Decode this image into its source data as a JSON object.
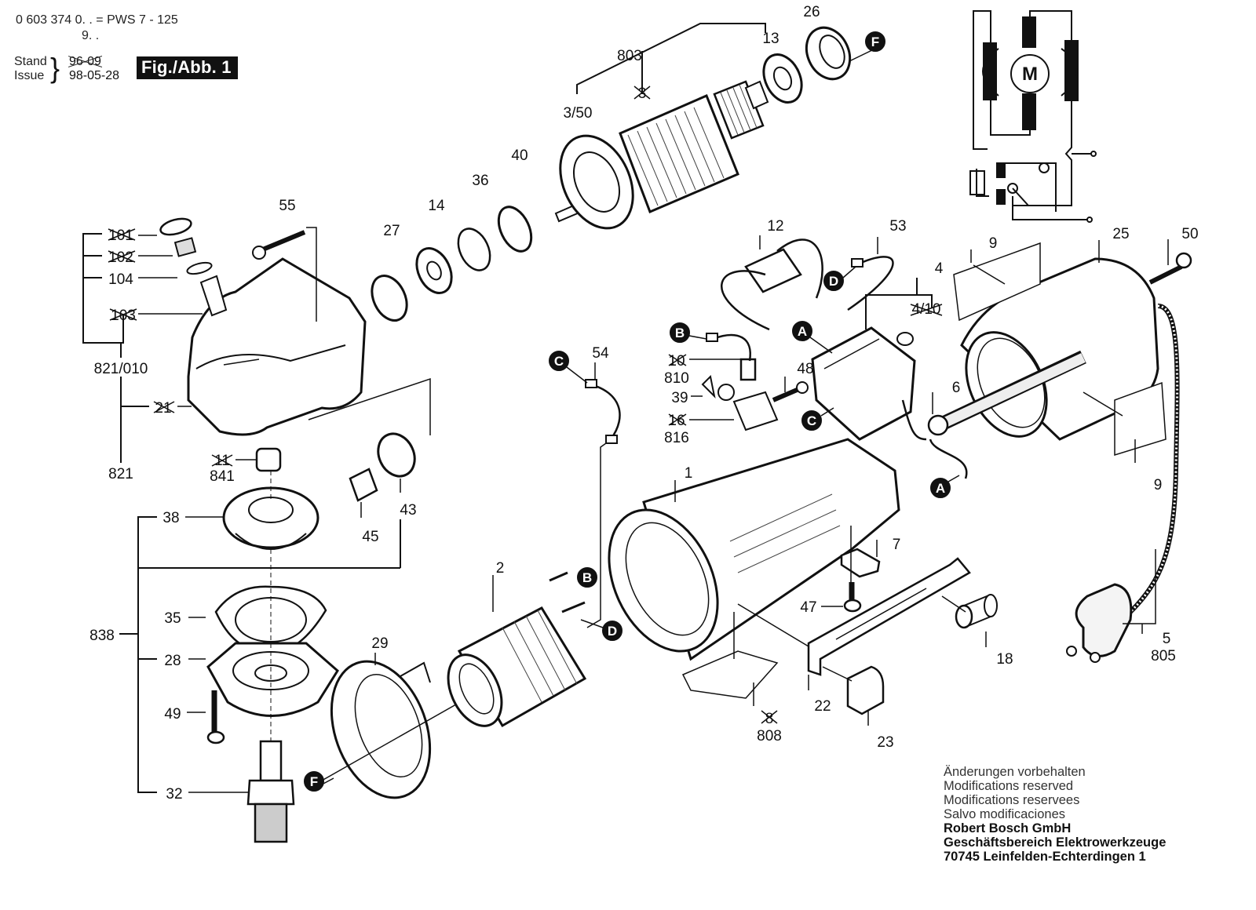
{
  "header": {
    "model_line": "0 603 374 0. . = PWS 7 - 125",
    "model_sub": "9. .",
    "stand_label": "Stand",
    "issue_label": "Issue",
    "old_date": "96-09",
    "date": "98-05-28",
    "figure_label": "Fig./Abb. 1"
  },
  "schematic": {
    "motor_label": "M"
  },
  "parts": {
    "p26": "26",
    "p13": "13",
    "p803": "803",
    "p3": "3",
    "p350": "3/50",
    "p40": "40",
    "p36": "36",
    "p14": "14",
    "p27": "27",
    "p55": "55",
    "p101": "101",
    "p102": "102",
    "p104": "104",
    "p103": "103",
    "p821010": "821/010",
    "p21": "21",
    "p821": "821",
    "p11": "11",
    "p841": "841",
    "p38": "38",
    "p45": "45",
    "p43": "43",
    "p838": "838",
    "p35": "35",
    "p28": "28",
    "p49": "49",
    "p32": "32",
    "p29": "29",
    "p2": "2",
    "p54": "54",
    "p12": "12",
    "p53": "53",
    "p4": "4",
    "p410": "4/10",
    "p810": "810",
    "p10": "10",
    "p39": "39",
    "p48": "48",
    "p16": "16",
    "p816": "816",
    "p6": "6",
    "p9a": "9",
    "p9b": "9",
    "p25": "25",
    "p50": "50",
    "p1": "1",
    "p7": "7",
    "p47": "47",
    "p18": "18",
    "p22": "22",
    "p23": "23",
    "p8": "8",
    "p808": "808",
    "p5": "5",
    "p805": "805"
  },
  "refs": {
    "A": "A",
    "B": "B",
    "C": "C",
    "D": "D",
    "F": "F"
  },
  "notes": {
    "line1": "Änderungen vorbehalten",
    "line2": "Modifications reserved",
    "line3": "Modifications reservees",
    "line4": "Salvo modificaciones",
    "company": "Robert Bosch GmbH",
    "division": "Geschäftsbereich Elektrowerkzeuge",
    "address": "70745 Leinfelden-Echterdingen 1"
  }
}
